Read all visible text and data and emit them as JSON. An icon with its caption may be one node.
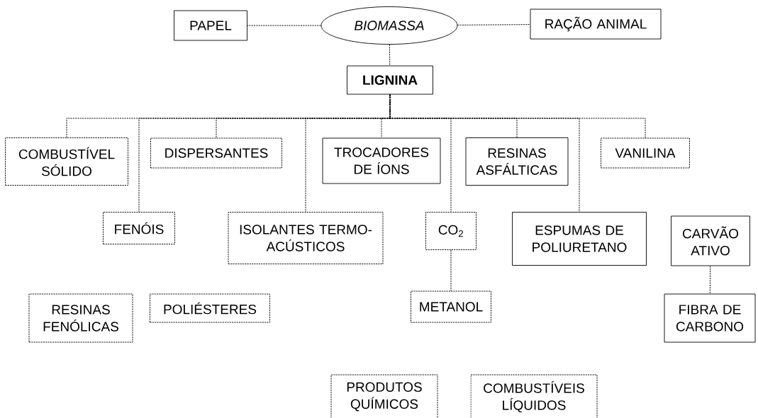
{
  "diagram": {
    "nodes": [
      {
        "text": [
          "PAPEL"
        ]
      },
      {
        "text": [
          "BIOMASSA"
        ]
      },
      {
        "text": [
          "RAÇÃO ANIMAL"
        ]
      },
      {
        "text": [
          "LIGNINA"
        ]
      },
      {
        "text": [
          "COMBUSTÍVEL SÓLIDO"
        ]
      },
      {
        "text": [
          "DISPERSANTES"
        ]
      },
      {
        "text": [
          "TROCADORES DE ÍONS"
        ]
      },
      {
        "text": [
          "RESINAS ASFÁLTICAS"
        ]
      },
      {
        "text": [
          "VANILINA"
        ]
      },
      {
        "text": [
          "FENÓIS"
        ]
      },
      {
        "text": [
          "ISOLANTES TERMO-ACÚSTICOS"
        ]
      },
      {
        "text": [
          "CO$_{2}$"
        ]
      },
      {
        "text": [
          "ESPUMAS DE POLIURETANO"
        ]
      },
      {
        "text": [
          "CARVÃO ATIVO"
        ]
      },
      {
        "text": [
          "RESINAS FENÓLICAS"
        ]
      },
      {
        "text": [
          "POLIÉSTERES"
        ]
      },
      {
        "text": [
          "METANOL"
        ]
      },
      {
        "text": [
          "FIBRA DE CARBONO"
        ]
      },
      {
        "text": [
          "PRODUTOS QUÍMICOS"
        ]
      },
      {
        "text": [
          "COMBUSTÍVEIS LÍQUIDOS"
        ]
      }
    ],
    "edges": [
      {
        "from": 1,
        "to": 0,
        "arrow": "none"
      },
      {
        "from": 1,
        "to": 2,
        "arrow": "none"
      },
      {
        "from": 1,
        "to": 3,
        "arrow": "none"
      },
      {
        "from": 3,
        "to": 4,
        "arrow": "none"
      },
      {
        "from": 3,
        "to": 9,
        "arrow": "none"
      },
      {
        "from": 3,
        "to": 5,
        "arrow": "none"
      },
      {
        "from": 3,
        "to": 10,
        "arrow": "none"
      },
      {
        "from": 3,
        "to": 6,
        "arrow": "none"
      },
      {
        "from": 3,
        "to": 11,
        "arrow": "none"
      },
      {
        "from": 3,
        "to": 7,
        "arrow": "none"
      },
      {
        "from": 3,
        "to": 12,
        "arrow": "none"
      },
      {
        "from": 3,
        "to": 8,
        "arrow": "none"
      },
      {
        "from": 11,
        "to": 16,
        "arrow": "none"
      },
      {
        "from": 13,
        "to": 17,
        "arrow": "none"
      }
    ]
  }
}
